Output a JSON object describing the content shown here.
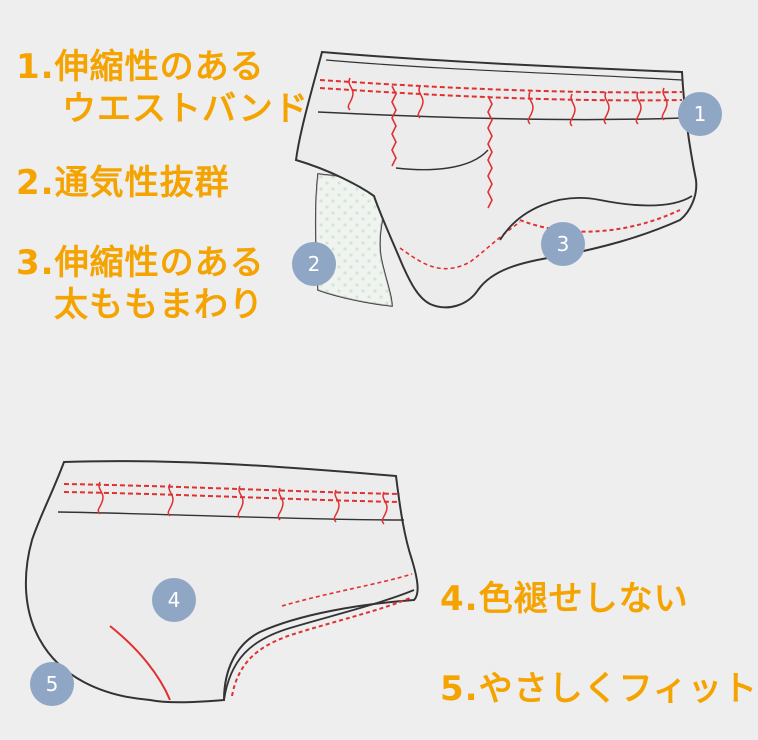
{
  "features": [
    {
      "lines": [
        "1.伸縮性のある",
        "ウエストバンド"
      ]
    },
    {
      "lines": [
        "2.通気性抜群"
      ]
    },
    {
      "lines": [
        "3.伸縮性のある",
        "太ももまわり"
      ]
    },
    {
      "lines": [
        "4.色褪せしない"
      ]
    },
    {
      "lines": [
        "5.やさしくフィット"
      ]
    }
  ],
  "badges": [
    "1",
    "2",
    "3",
    "4",
    "5"
  ],
  "colors": {
    "background": "#eeeeee",
    "text_accent": "#f5a300",
    "badge_fill": "#8fa6c4",
    "stitch": "#e03030",
    "garment_fill": "#ececec",
    "garment_outline": "#333333",
    "mesh_dots": "#9ed6a8"
  },
  "icons": [
    "front-brief-illustration",
    "back-brief-illustration",
    "mesh-panel-swatch"
  ]
}
